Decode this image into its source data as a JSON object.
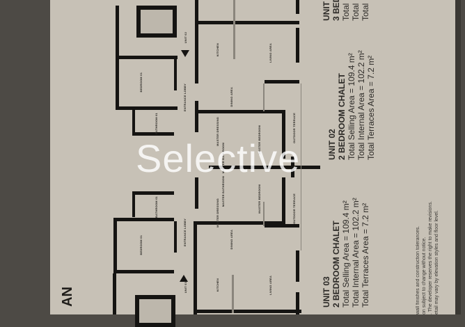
{
  "document": {
    "title_fragment": "AN",
    "watermark": "Selective",
    "colors": {
      "paper": "#c7c1b6",
      "background": "#4d4a45",
      "walls": "#151412"
    }
  },
  "units": [
    {
      "id": "UNIT 02",
      "type": "2 BEDROOM CHALET",
      "selling_area": "Total Selling Area = 109.4 m²",
      "internal_area": "Total Internal Area = 102.2 m²",
      "terraces_area": "Total Terraces Area = 7.2 m²"
    },
    {
      "id": "UNIT 03",
      "type": "2 BEDROOM CHALET",
      "selling_area": "Total Selling Area = 109.4 m²",
      "internal_area": "Total Internal Area = 102.2 m²",
      "terraces_area": "Total Terraces Area = 7.2 m²"
    },
    {
      "id": "UNIT",
      "type": "3 BED",
      "selling_area": "Total",
      "internal_area": "Total",
      "terraces_area": "Total"
    }
  ],
  "notes": [
    "wall finishes and construction tolerances.",
    "on subject to change without notice.",
    ". The developer reserves the right to make revisions.",
    "etail may vary by elevation styles and floor level."
  ],
  "rooms": {
    "unit02_label": "UNIT 02",
    "unit03_label": "UNIT 03",
    "bedroom01": "BEDROOM 01",
    "bathroom01": "BATHROOM 01",
    "entrance_lobby": "ENTRANCE LOBBY",
    "kitchen": "KITCHEN",
    "living_area": "LIVING AREA",
    "dining_area": "DINING AREA",
    "master_dressing": "MASTER DRESSING",
    "master_bedroom": "MASTER BEDROOM",
    "master_bathroom": "MASTER BATHROOM",
    "outdoor_terrace": "OUTDOOR TERRACE"
  }
}
